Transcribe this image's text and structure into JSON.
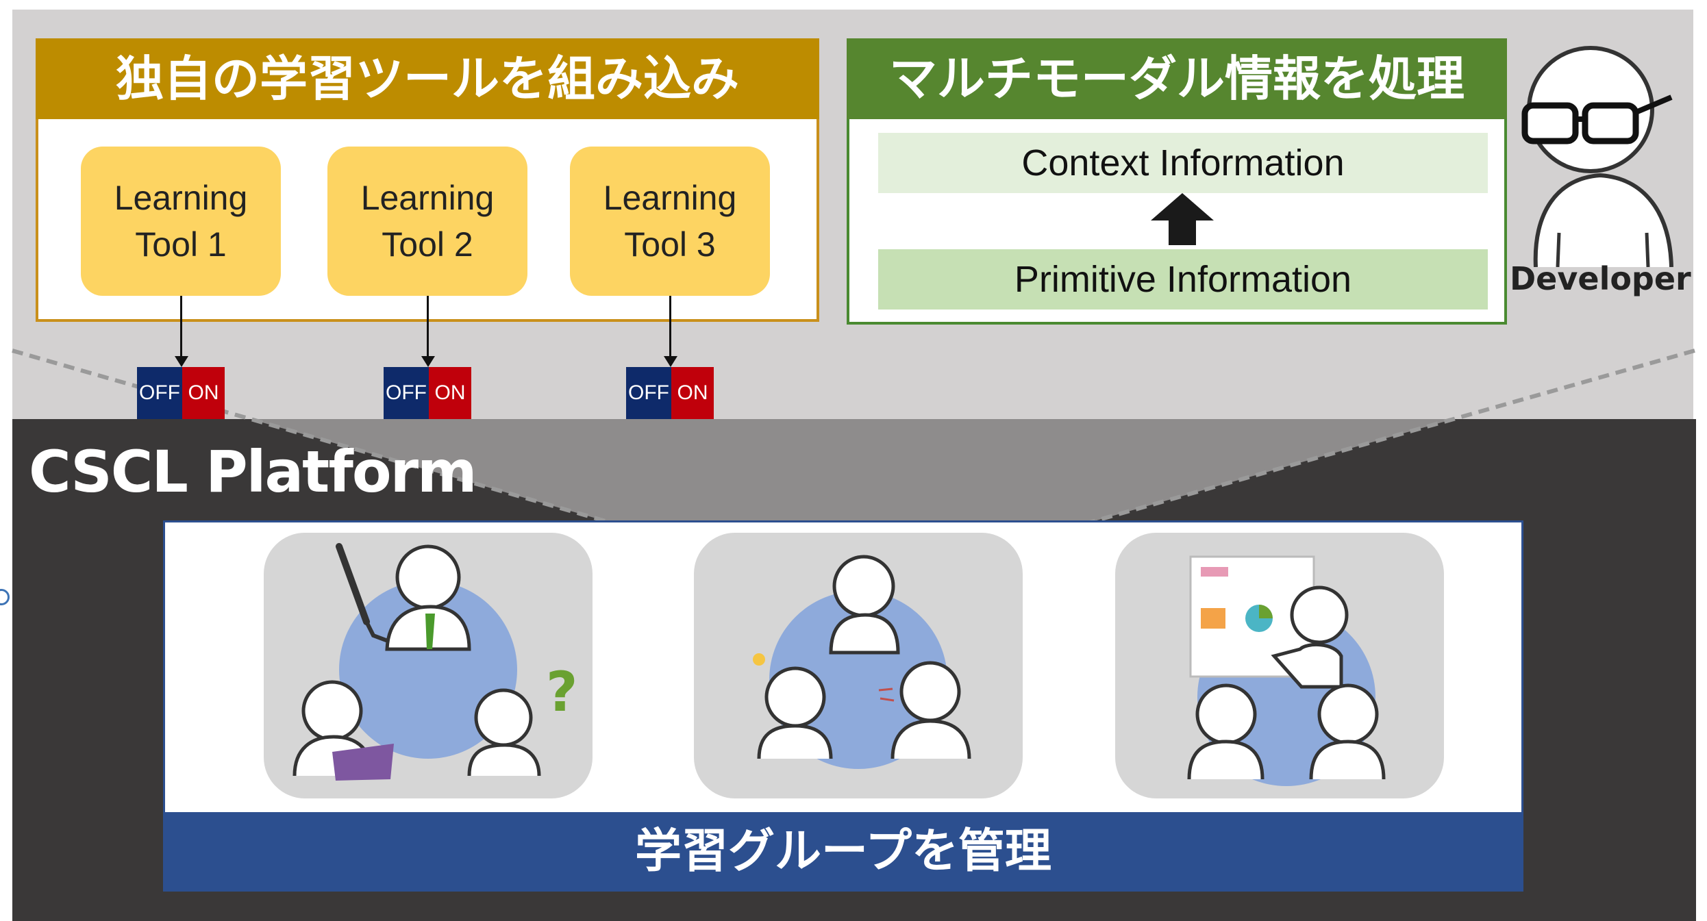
{
  "platform": {
    "title": "CSCL Platform"
  },
  "learning_tools": {
    "header": "独自の学習ツールを組み込み",
    "tools": [
      {
        "line1": "Learning",
        "line2": "Tool 1"
      },
      {
        "line1": "Learning",
        "line2": "Tool 2"
      },
      {
        "line1": "Learning",
        "line2": "Tool 3"
      }
    ],
    "switch": {
      "off": "OFF",
      "on": "ON"
    }
  },
  "multimodal": {
    "header": "マルチモーダル情報を処理",
    "context": "Context Information",
    "primitive": "Primitive Information"
  },
  "developer": {
    "label": "Developer"
  },
  "groups": {
    "footer": "学習グループを管理",
    "scenes": [
      "lecture-scene",
      "discussion-scene",
      "presentation-scene"
    ]
  },
  "colors": {
    "tools_header": "#bd8c00",
    "tool_card": "#fdd462",
    "mm_header": "#56862f",
    "context_bg": "#e3efdb",
    "primitive_bg": "#c6e0b4",
    "platform_bg": "#3a3838",
    "groups_footer": "#2c4f8f",
    "switch_off": "#0e2a6a",
    "switch_on": "#c0000b"
  }
}
